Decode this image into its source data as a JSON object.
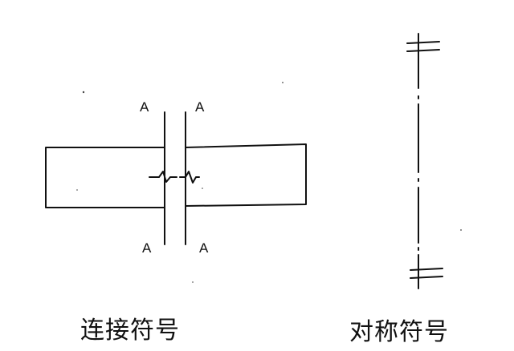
{
  "connection_symbol": {
    "caption": "连接符号",
    "labels": {
      "top_left": "A",
      "top_right": "A",
      "bottom_left": "A",
      "bottom_right": "A"
    }
  },
  "symmetry_symbol": {
    "caption": "对称符号"
  },
  "colors": {
    "ink": "#111111",
    "background": "#ffffff"
  }
}
